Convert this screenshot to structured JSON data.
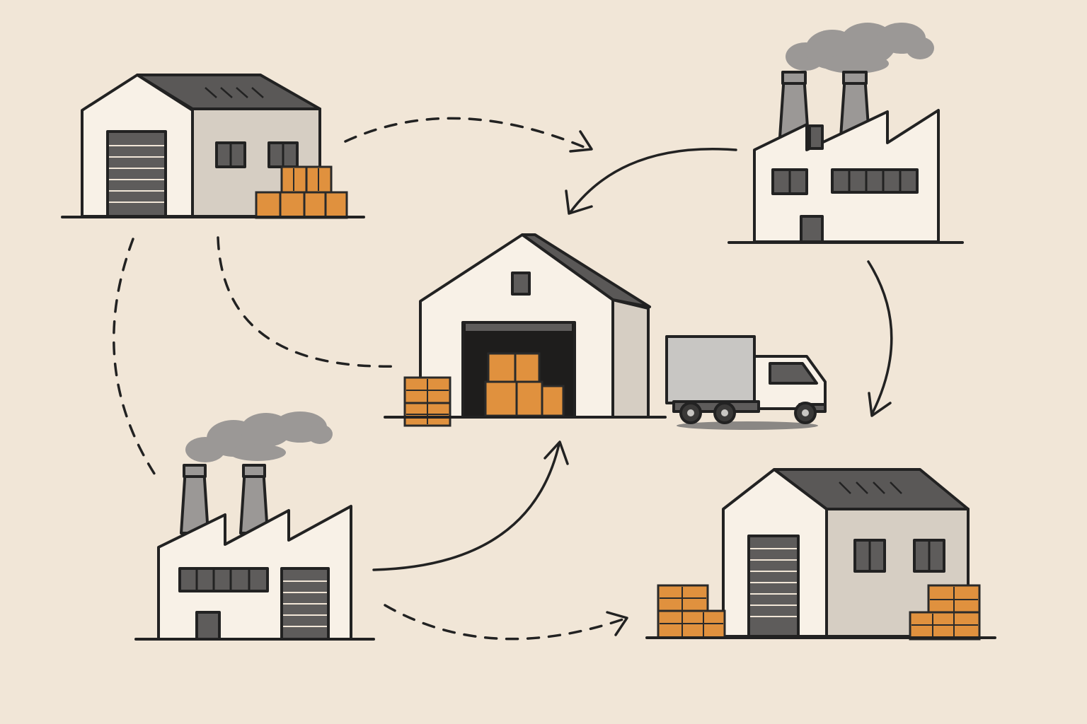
{
  "palette": {
    "background": "#f1e6d7",
    "building_light": "#f8f1e7",
    "building_side": "#d6cec3",
    "roof_dark": "#5a5857",
    "window_dark": "#5e5c5b",
    "crate_orange": "#e0913e",
    "smoke_gray": "#9b9896",
    "outline": "#222222"
  },
  "nodes": [
    {
      "id": "warehouse-top-left",
      "kind": "warehouse",
      "icon": "warehouse-icon"
    },
    {
      "id": "factory-top-right",
      "kind": "factory",
      "icon": "factory-icon"
    },
    {
      "id": "distribution-center",
      "kind": "warehouse",
      "icon": "distribution-center-icon"
    },
    {
      "id": "delivery-truck",
      "kind": "truck",
      "icon": "delivery-truck-icon"
    },
    {
      "id": "factory-bottom-left",
      "kind": "factory",
      "icon": "factory-icon"
    },
    {
      "id": "warehouse-bottom-right",
      "kind": "warehouse",
      "icon": "warehouse-icon"
    }
  ],
  "edges": [
    {
      "from": "warehouse-top-left",
      "to": "factory-top-right",
      "style": "dashed",
      "arrow": true
    },
    {
      "from": "factory-top-right",
      "to": "distribution-center",
      "style": "solid",
      "arrow": true
    },
    {
      "from": "factory-top-right",
      "to": "warehouse-bottom-right",
      "style": "solid",
      "arrow": true
    },
    {
      "from": "warehouse-top-left",
      "to": "distribution-center",
      "style": "dashed",
      "arrow": false
    },
    {
      "from": "warehouse-top-left",
      "to": "factory-bottom-left",
      "style": "dashed",
      "arrow": false
    },
    {
      "from": "factory-bottom-left",
      "to": "distribution-center",
      "style": "solid",
      "arrow": true
    },
    {
      "from": "factory-bottom-left",
      "to": "warehouse-bottom-right",
      "style": "dashed",
      "arrow": true
    }
  ]
}
